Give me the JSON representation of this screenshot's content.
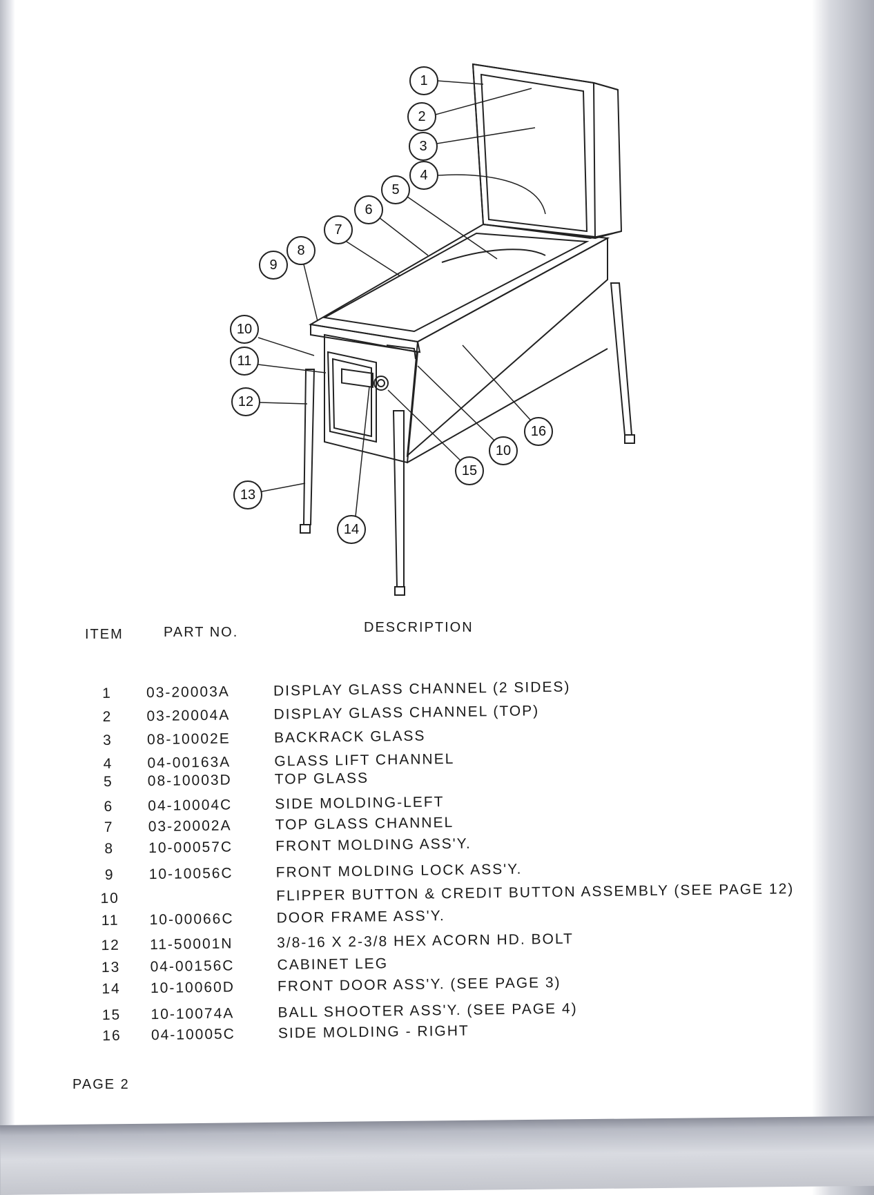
{
  "diagram": {
    "callouts": [
      "1",
      "2",
      "3",
      "4",
      "5",
      "6",
      "7",
      "8",
      "9",
      "10",
      "11",
      "12",
      "13",
      "14",
      "15",
      "10",
      "16"
    ]
  },
  "table": {
    "headers": {
      "item": "ITEM",
      "part_no": "PART NO.",
      "description": "DESCRIPTION"
    },
    "rows": [
      {
        "item": "1",
        "part_no": "03-20003A",
        "description": "DISPLAY  GLASS  CHANNEL  (2  SIDES)"
      },
      {
        "item": "2",
        "part_no": "03-20004A",
        "description": "DISPLAY GLASS  CHANNEL (TOP)"
      },
      {
        "item": "3",
        "part_no": "08-10002E",
        "description": "BACKRACK  GLASS"
      },
      {
        "item": "4",
        "part_no": "04-00163A",
        "description": "GLASS LIFT  CHANNEL"
      },
      {
        "item": "5",
        "part_no": "08-10003D",
        "description": "TOP  GLASS"
      },
      {
        "item": "6",
        "part_no": "04-10004C",
        "description": "SIDE  MOLDING-LEFT"
      },
      {
        "item": "7",
        "part_no": "03-20002A",
        "description": "TOP  GLASS   CHANNEL"
      },
      {
        "item": "8",
        "part_no": "10-00057C",
        "description": "FRONT  MOLDING  ASS'Y."
      },
      {
        "item": "9",
        "part_no": "10-10056C",
        "description": "FRONT  MOLDING  LOCK  ASS'Y."
      },
      {
        "item": "10",
        "part_no": "",
        "description": "FLIPPER  BUTTON  & CREDIT BUTTON  ASSEMBLY (SEE  PAGE 12)"
      },
      {
        "item": "11",
        "part_no": "10-00066C",
        "description": "DOOR  FRAME  ASS'Y."
      },
      {
        "item": "12",
        "part_no": "11-50001N",
        "description": "3/8-16 X 2-3/8  HEX  ACORN  HD.  BOLT"
      },
      {
        "item": "13",
        "part_no": "04-00156C",
        "description": "CABINET LEG"
      },
      {
        "item": "14",
        "part_no": "10-10060D",
        "description": "FRONT  DOOR  ASS'Y. (SEE  PAGE  3)"
      },
      {
        "item": "15",
        "part_no": "10-10074A",
        "description": "BALL  SHOOTER  ASS'Y.  (SEE  PAGE 4)"
      },
      {
        "item": "16",
        "part_no": "04-10005C",
        "description": "SIDE  MOLDING - RIGHT"
      }
    ]
  },
  "footer": {
    "page": "PAGE  2"
  }
}
